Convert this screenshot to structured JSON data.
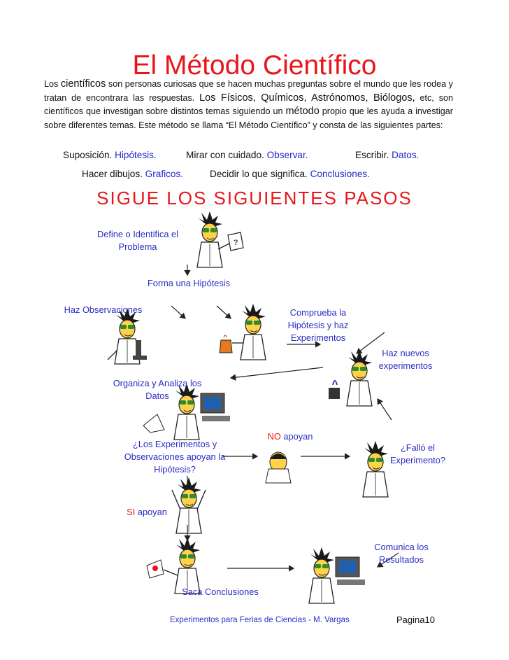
{
  "title": "El Método Científico",
  "intro": {
    "p1": "Los ",
    "p2": "científicos",
    "p3": " son personas curiosas que se hacen muchas preguntas sobre el mundo que les rodea y tratan de encontrara las respuestas. ",
    "p4": "Los Físicos, Químicos, Astrónomos, Biólogos,",
    "p5": " etc, son científicos que investigan sobre distintos temas siguiendo un ",
    "p6": "método",
    "p7": " propio que les ayuda a investigar sobre diferentes temas. Este método se llama “El Método Científico” y consta de las siguientes partes:"
  },
  "definitions": [
    {
      "plain": "Suposición. ",
      "term": "Hipótesis."
    },
    {
      "plain": "Mirar con cuidado. ",
      "term": "Observar."
    },
    {
      "plain": "Escribir. ",
      "term": "Datos."
    },
    {
      "plain": "Hacer dibujos. ",
      "term": "Graficos."
    },
    {
      "plain": "Decidir lo que significa. ",
      "term": "Conclusiones."
    }
  ],
  "subtitle": "SIGUE LOS SIGUIENTES PASOS",
  "steps": {
    "define": "Define o Identifica el Problema",
    "hypothesis": "Forma una Hipótesis",
    "observe": "Haz Observaciones",
    "test": "Comprueba la Hipótesis y haz Experimentos",
    "new_experiments": "Haz nuevos experimentos",
    "organize": "Organiza y Analiza los Datos",
    "question": "¿Los Experimentos y Observaciones apoyan la Hipótesis?",
    "no_word": "NO",
    "no_rest": " apoyan",
    "failed": "¿Falló el Experimento?",
    "yes_word": "SI",
    "yes_rest": " apoyan",
    "communicate": "Comunica los Resultados",
    "conclude": "Saca Conclusiones"
  },
  "footer": {
    "credit": "Experimentos para Ferias de Ciencias - M. Vargas",
    "page": "Pagina10"
  },
  "colors": {
    "red": "#e8161b",
    "blue": "#2228c9",
    "hair": "#1a1a1a",
    "face": "#ffd24a",
    "goggles": "#2e8b2e"
  }
}
